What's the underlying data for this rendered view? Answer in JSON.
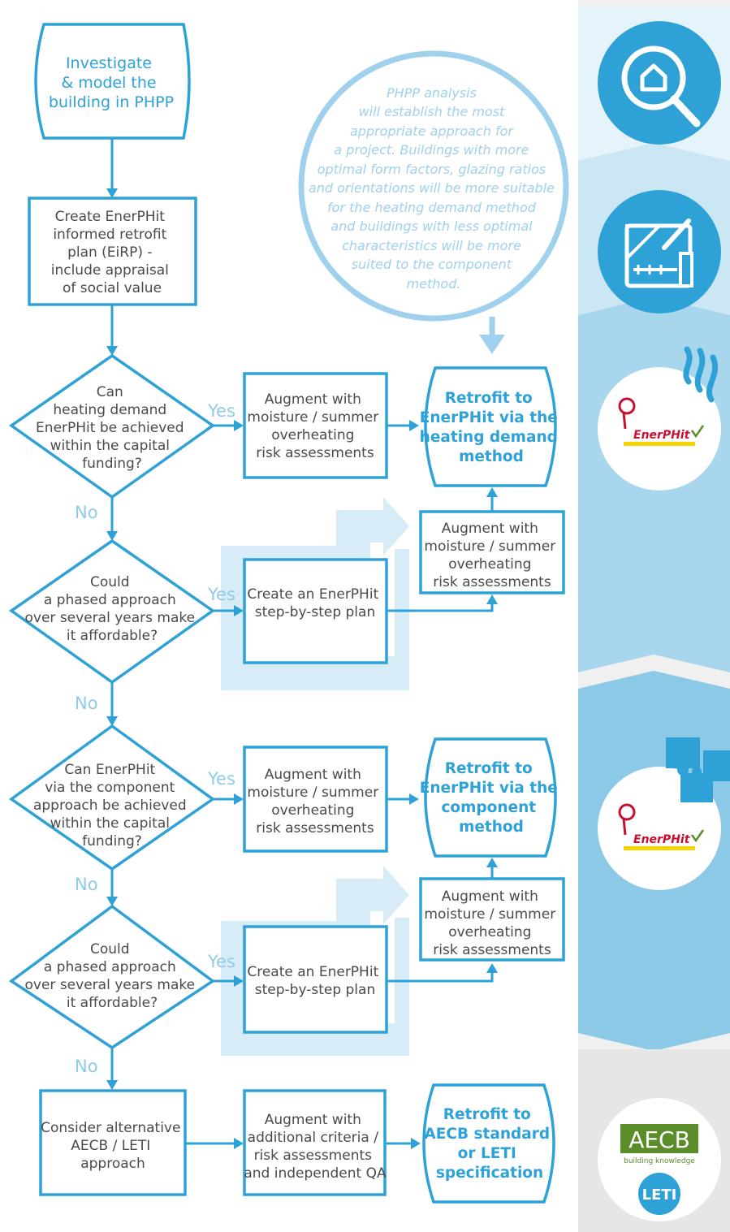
{
  "flow": {
    "start": [
      "Investigate",
      "& model the",
      "building in PHPP"
    ],
    "eirp": [
      "Create EnerPHit",
      "informed retrofit",
      "plan (EiRP) -",
      "include appraisal",
      "of social value"
    ],
    "note": [
      "PHPP analysis",
      "will establish the most",
      "appropriate approach for",
      "a project. Buildings with more",
      "optimal form factors, glazing ratios",
      "and orientations will be more suitable",
      "for the heating demand method",
      "and buildings with less optimal",
      "characteristics will be more",
      "suited to the component",
      "method."
    ],
    "q1": [
      "Can",
      "heating demand",
      "EnerPHit be achieved",
      "within the capital",
      "funding?"
    ],
    "q2": [
      "Could",
      "a phased approach",
      "over several years make",
      "it affordable?"
    ],
    "q3": [
      "Can EnerPHit",
      "via the component",
      "approach be achieved",
      "within the capital",
      "funding?"
    ],
    "q4": [
      "Could",
      "a phased approach",
      "over several years make",
      "it affordable?"
    ],
    "augment": [
      "Augment with",
      "moisture / summer",
      "overheating",
      "risk assessments"
    ],
    "augment_criteria": [
      "Augment with",
      "additional criteria /",
      "risk assessments",
      "and independent QA"
    ],
    "step_plan": [
      "Create an EnerPHit",
      "step-by-step plan"
    ],
    "alternative": [
      "Consider alternative",
      "AECB / LETI",
      "approach"
    ],
    "outcome_heating": [
      "Retrofit to",
      "EnerPHit via the",
      "heating demand",
      "method"
    ],
    "outcome_component": [
      "Retrofit to",
      "EnerPHit via the",
      "component",
      "method"
    ],
    "outcome_aecb": [
      "Retrofit to",
      "AECB standard",
      "or LETI",
      "specification"
    ],
    "yes": "Yes",
    "no": "No"
  },
  "sidebar": {
    "icons": [
      "search-house-icon",
      "design-tools-icon",
      "enerphit-heating-icon",
      "enerphit-component-icon",
      "aecb-leti-icon"
    ],
    "enerphit_logo": "EnerPHit",
    "aecb_logo": "AECB",
    "aecb_tagline": "building knowledge",
    "leti_logo": "LETI"
  },
  "colors": {
    "primary": "#2ea2d6",
    "light": "#8fcbe9",
    "pale": "#d7ecf7",
    "text": "#4a4a4a",
    "enerphit_red": "#c8102e",
    "enerphit_yellow": "#f5d300",
    "aecb_green": "#5b8c2a"
  }
}
